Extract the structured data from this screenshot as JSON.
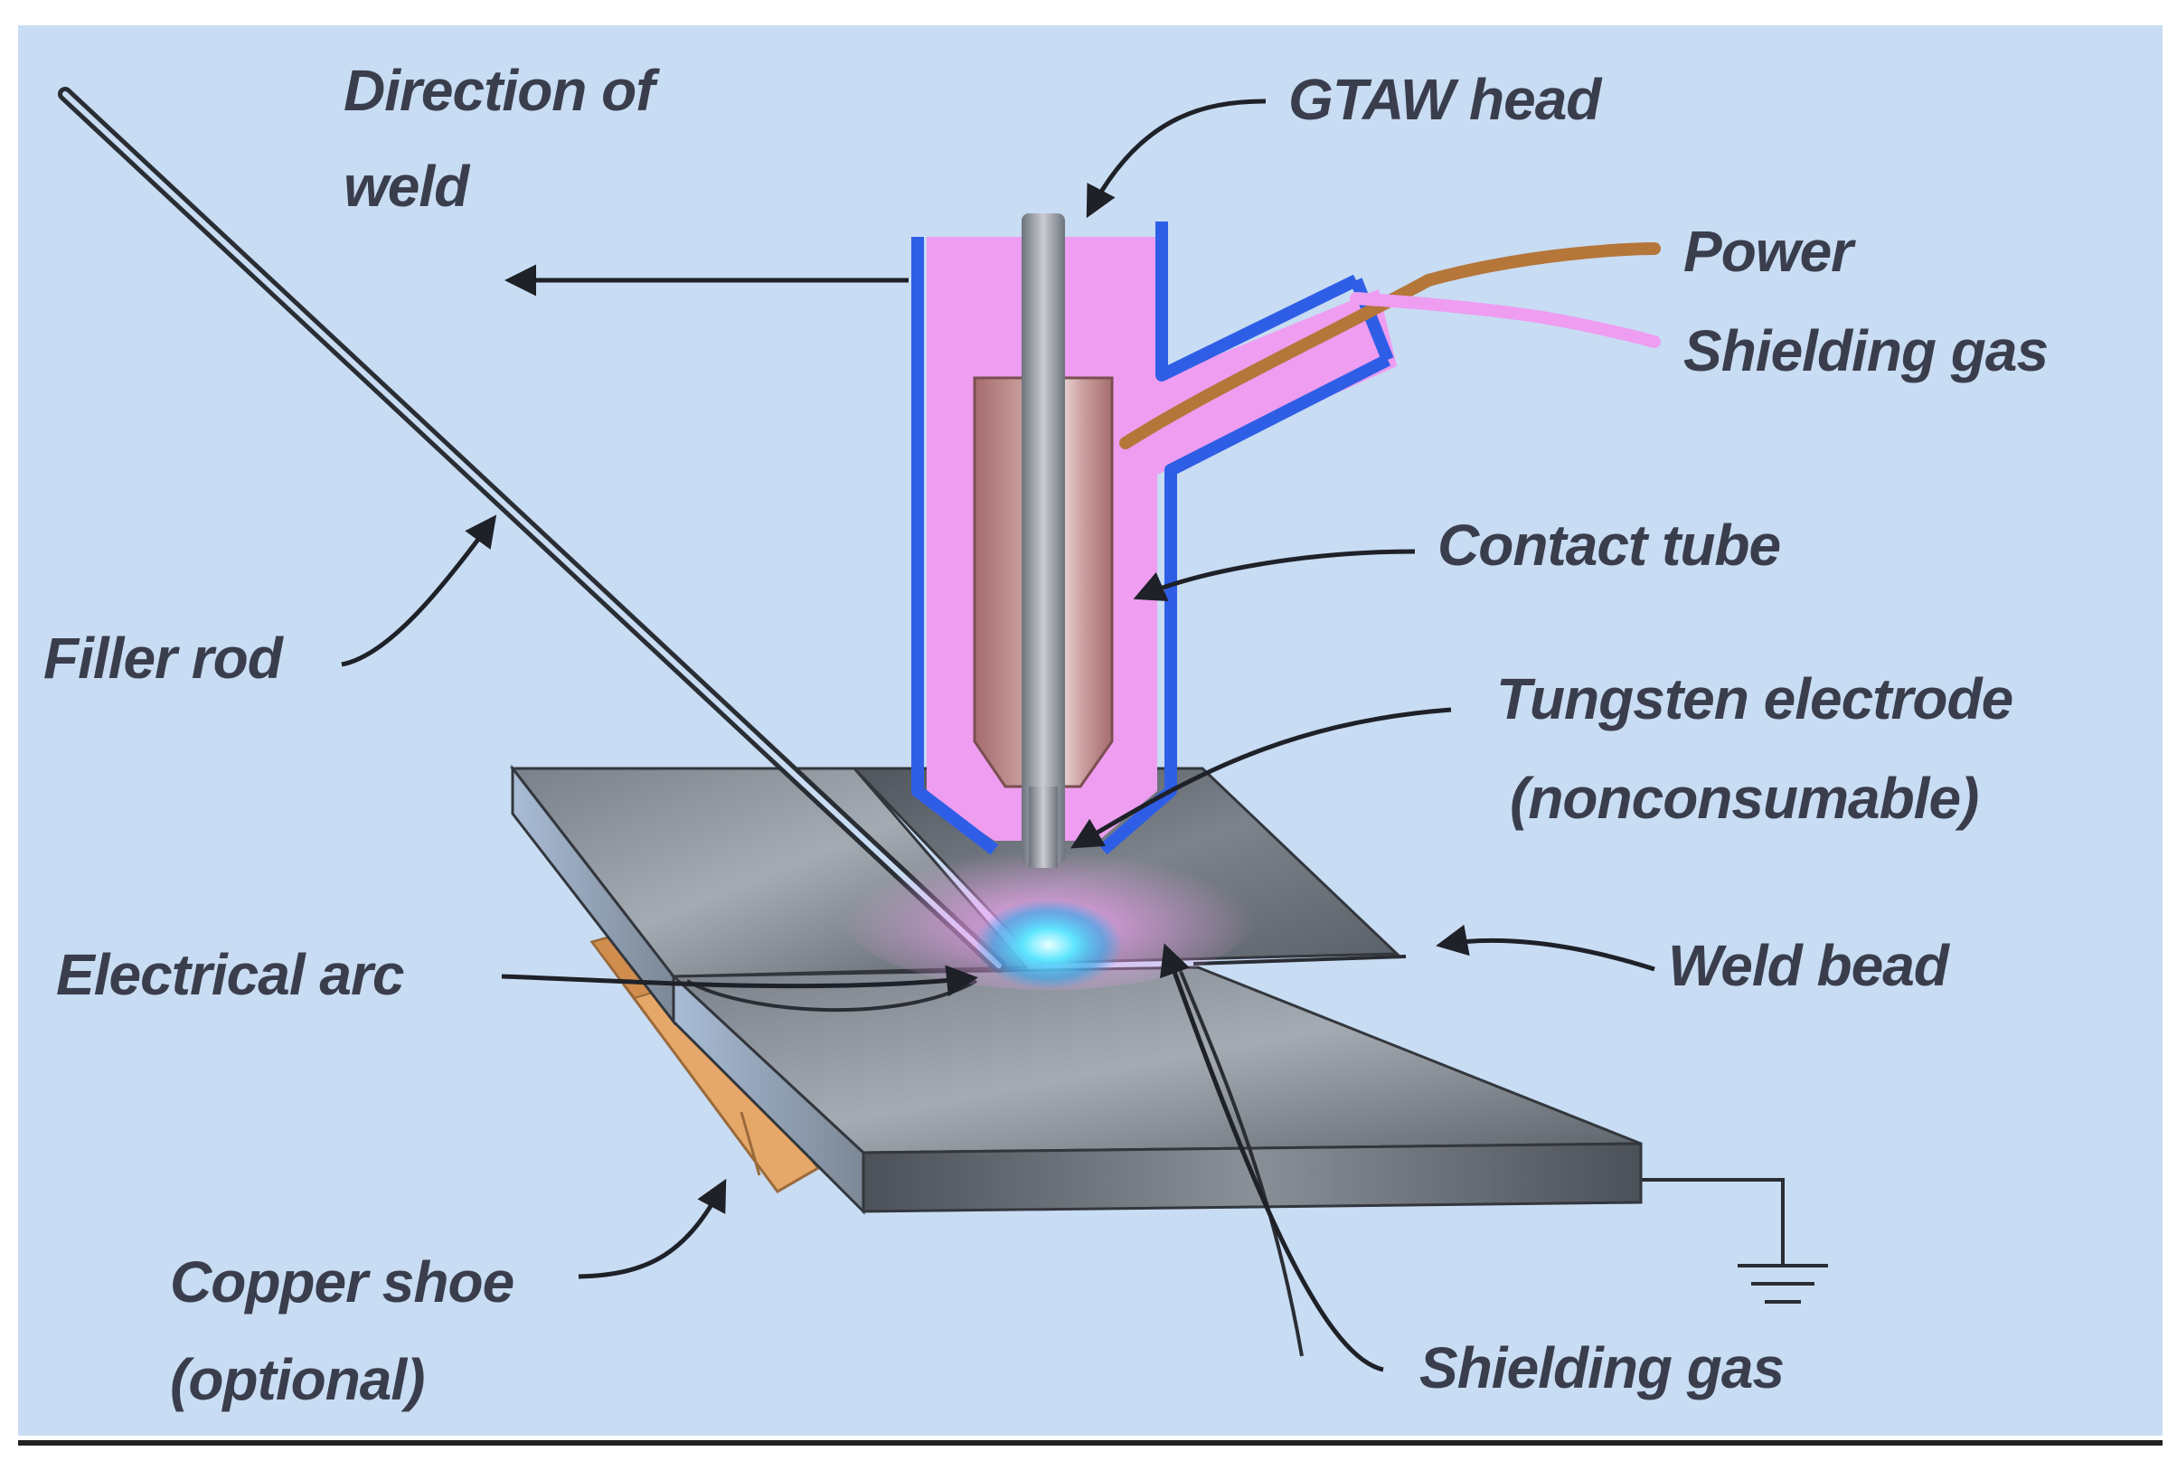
{
  "labels": {
    "direction_line1": "Direction of",
    "direction_line2": "weld",
    "gtaw_head": "GTAW head",
    "power": "Power",
    "shielding_gas_supply": "Shielding gas",
    "contact_tube": "Contact tube",
    "tungsten_line1": "Tungsten electrode",
    "tungsten_line2": "(nonconsumable)",
    "filler_rod": "Filler rod",
    "weld_bead": "Weld bead",
    "electrical_arc": "Electrical arc",
    "copper_shoe_line1": "Copper shoe",
    "copper_shoe_line2": "(optional)",
    "shielding_gas": "Shielding gas"
  },
  "colors": {
    "background": "#c8dcf3",
    "nozzle_fill": "#ee9df0",
    "nozzle_outline": "#2f5ee6",
    "electrode": "#8b919c",
    "contact_tube": "#b48384",
    "plate_top": "#6a7078",
    "plate_side": "#565b63",
    "copper_shoe": "#e6a868",
    "power_cable": "#b5763a",
    "gas_hose": "#ee9df0",
    "arc": "#4ad8ff",
    "text": "#3a3e4c"
  }
}
